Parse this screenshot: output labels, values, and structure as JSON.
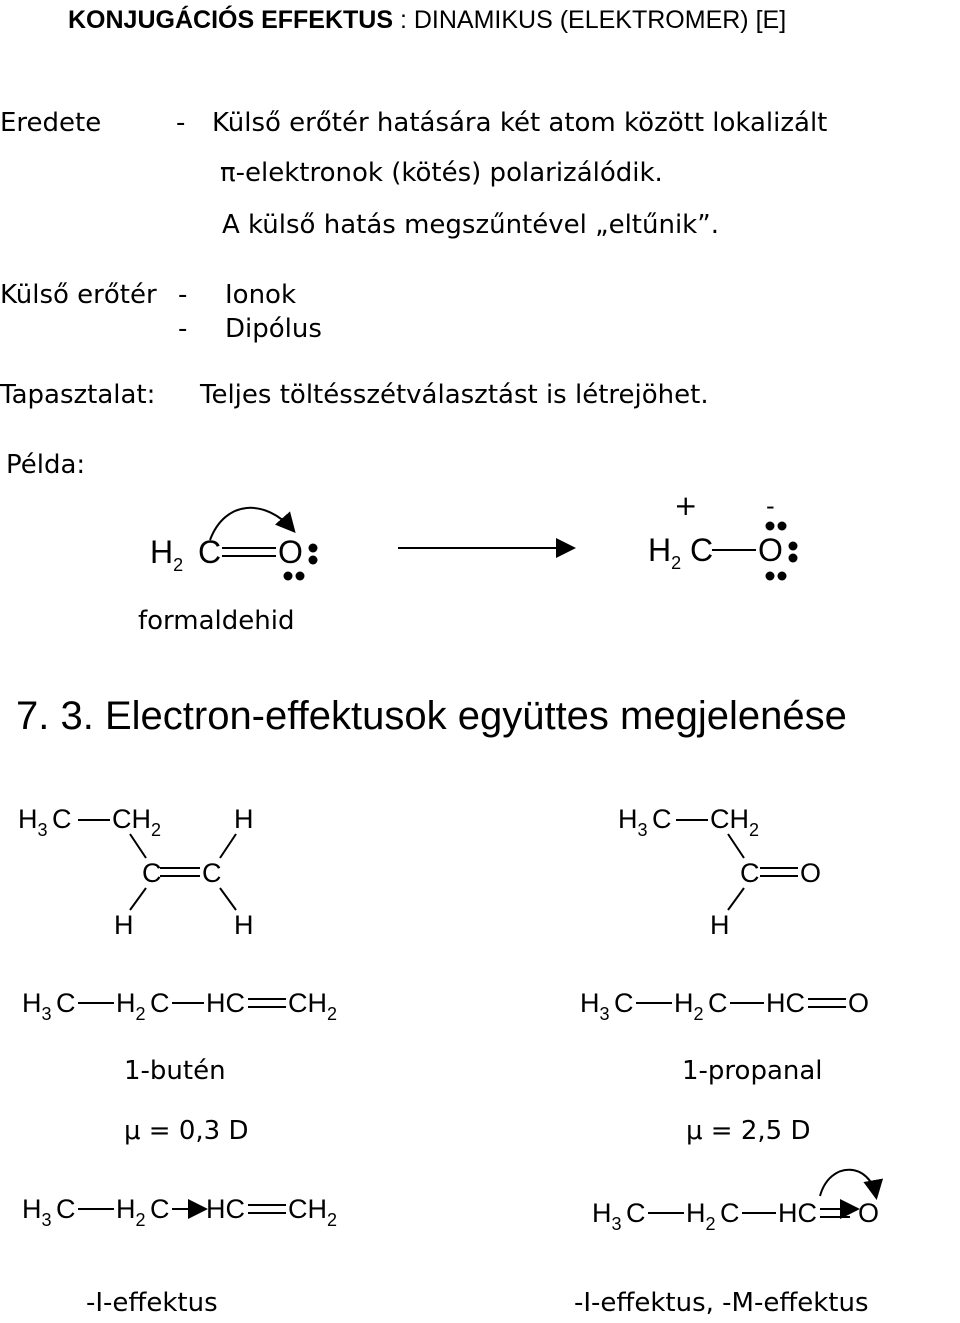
{
  "header": {
    "title_bold": "KONJUGÁCIÓS EFFEKTUS",
    "title_rest": " : DINAMIKUS (ELEKTROMER) [E]"
  },
  "origin": {
    "label": "Eredete",
    "dash": "-",
    "line1": "Külső erőtér hatására két atom között lokalizált",
    "line2": "π-elektronok (kötés) polarizálódik.",
    "line3": "A külső hatás megszűntével „eltűnik”."
  },
  "external_field": {
    "label": "Külső erőtér",
    "items": [
      "Ionok",
      "Dipólus"
    ],
    "dashes": [
      "-",
      "-"
    ]
  },
  "experience": {
    "label": "Tapasztalat:",
    "text": "Teljes töltésszétválasztást is létrejöhet."
  },
  "example": {
    "label": "Példa:",
    "left_name": "formaldehid",
    "plus": "+",
    "minus": "-"
  },
  "section": {
    "title": "7. 3. Electron-effektusok együttes megjelenése"
  },
  "chem_text": {
    "H": "H",
    "C": "C",
    "O": "O",
    "HC": "HC",
    "sub2": "2",
    "sub3": "3"
  },
  "butene": {
    "name": "1-butén",
    "dipole": "μ = 0,3 D",
    "effect": "-I-effektus"
  },
  "propanal": {
    "name": "1-propanal",
    "dipole": "μ = 2,5 D",
    "effect": "-I-effektus, -M-effektus"
  }
}
